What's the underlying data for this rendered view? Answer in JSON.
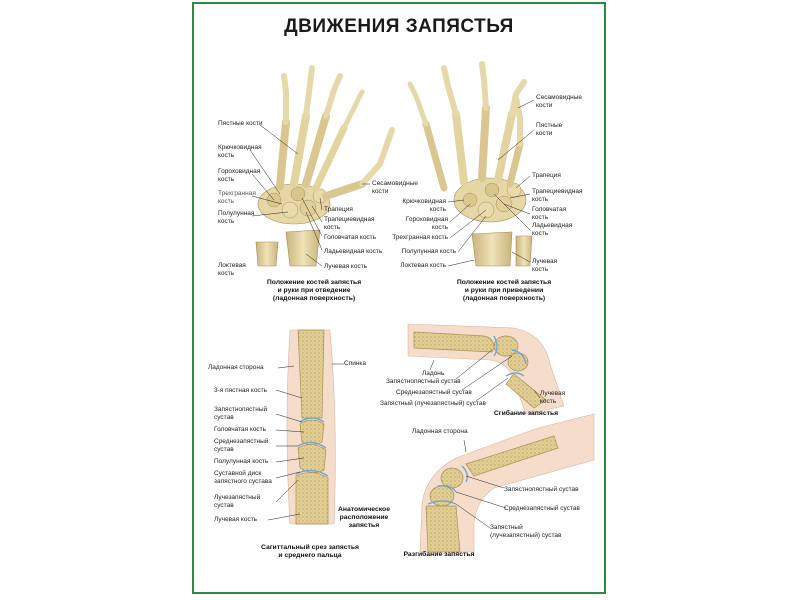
{
  "title": "ДВИЖЕНИЯ ЗАПЯСТЬЯ",
  "panel1": {
    "labels": {
      "metacarpals": "Пястные кости",
      "hamate": "Крючковидная\nкость",
      "pisiform": "Гороховидная\nкость",
      "triquetrum": "Трехгранная\nкость",
      "lunate": "Полулунная\nкость",
      "ulna": "Локтевая\nкость",
      "sesamoid": "Сесамовидные\nкости",
      "trapezium": "Трапеция",
      "trapezoid": "Трапециевидная\nкость",
      "capitate": "Головчатая кость",
      "scaphoid": "Ладьевидная кость",
      "radius": "Лучевая кость"
    },
    "caption": "Положение костей запястья\nи руки при отведение\n(ладонная поверхность)"
  },
  "panel2": {
    "labels": {
      "sesamoid": "Сесамовидные\nкости",
      "metacarpals": "Пястные\nкости",
      "trapezium": "Трапеция",
      "trapezoid": "Трапециевидная\nкость",
      "capitate": "Головчатая\nкость",
      "scaphoid": "Ладьевидная\nкость",
      "radius": "Лучевая\nкость",
      "hamate": "Крючковидная\nкость",
      "pisiform": "Гороховидная\nкость",
      "triquetrum": "Трехгранная кость",
      "lunate": "Полулунная кость",
      "ulna": "Локтевая кость"
    },
    "caption": "Положение костей запястья\nи руки при приведении\n(ладонная поверхность)"
  },
  "panel3": {
    "labels": {
      "palmar_side": "Ладонная сторона",
      "dorsal": "Спинка",
      "third_metacarpal": "3-я пястная кость",
      "cmc_joint": "Запястнопястный\nсустав",
      "capitate": "Головчатая кость",
      "midcarpal": "Среднезапястный\nсустав",
      "lunate": "Полулунная кость",
      "articular_disc": "Суставной диск\nзапястного сустава",
      "radiocarpal": "Лучезапястный\nсустав",
      "radius": "Лучевая кость"
    },
    "anat_caption": "Анатомическое\nрасположение\nзапястья",
    "caption": "Сагиттальный срез запястья\nи среднего пальца"
  },
  "panel4": {
    "labels": {
      "palm": "Ладонь",
      "cmc_joint": "Запястнопястный сустав",
      "midcarpal": "Среднезапястный сустав",
      "radiocarpal": "Запястный (лучезапястный) сустав",
      "radius": "Лучевая\nкость"
    },
    "caption": "Сгибание запястья"
  },
  "panel5": {
    "labels": {
      "palmar_side": "Ладонная сторона",
      "cmc_joint": "Запястнопястный сустав",
      "midcarpal": "Среднезапястный сустав",
      "radiocarpal": "Запястный\n(лучезапястный) сустав"
    },
    "caption": "Разгибание запястья"
  },
  "colors": {
    "frame": "#2e8b3c",
    "bone": "#e4d6a4",
    "bone_shade": "#c7b27a",
    "marrow": "#d9c489",
    "skin": "#f6dccb",
    "cartilage": "#9ec9e6"
  }
}
